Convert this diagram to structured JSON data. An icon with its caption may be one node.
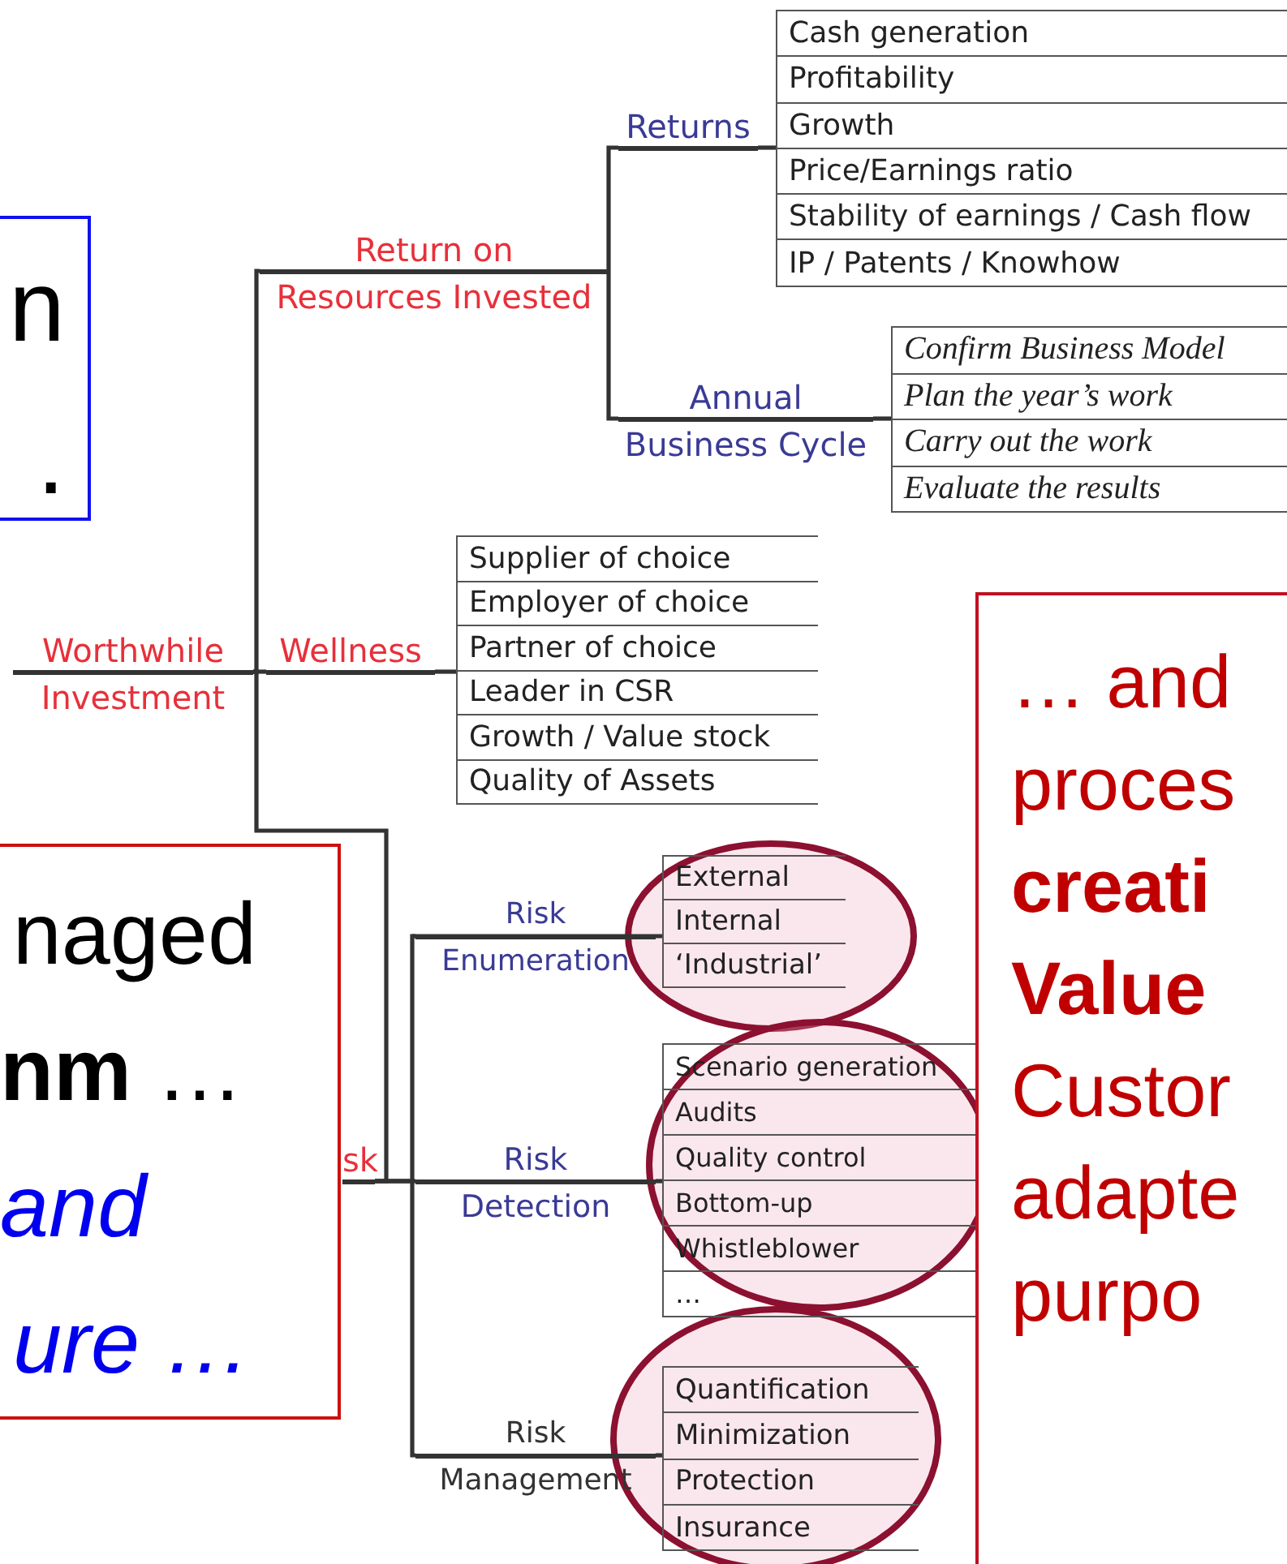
{
  "diagram": {
    "nodes": [
      {
        "text": [
          "n ."
        ]
      },
      {
        "text": [
          "Worthwhile",
          "Investment"
        ]
      },
      {
        "text": [
          "Return on",
          "Resources Invested"
        ]
      },
      {
        "text": [
          "Returns"
        ]
      },
      {
        "text": [
          "Cash generation",
          "Profitability",
          "Growth",
          "Price/Earnings ratio",
          "Stability of earnings / Cash flow",
          "IP / Patents / Knowhow"
        ]
      },
      {
        "text": [
          "Annual",
          "Business Cycle"
        ]
      },
      {
        "text": [
          "Confirm Business Model",
          "Plan the year’s work",
          "Carry out the work",
          "Evaluate the results"
        ]
      },
      {
        "text": [
          "Wellness"
        ]
      },
      {
        "text": [
          "Supplier of choice",
          "Employer of choice",
          "Partner of choice",
          "Leader in CSR",
          "Growth / Value stock",
          "Quality of Assets"
        ]
      },
      {
        "text": [
          "naged",
          "**nm** …",
          "and",
          "ure …"
        ]
      },
      {
        "text": [
          "sk"
        ]
      },
      {
        "text": [
          "Risk",
          "Enumeration"
        ]
      },
      {
        "text": [
          "External",
          "Internal",
          "‘Industrial’"
        ]
      },
      {
        "text": [
          "Risk",
          "Detection"
        ]
      },
      {
        "text": [
          "Scenario generation",
          "Audits",
          "Quality control",
          "Bottom-up",
          "Whistleblower",
          "…"
        ]
      },
      {
        "text": [
          "Risk",
          "Management"
        ]
      },
      {
        "text": [
          "Quantification",
          "Minimization",
          "Protection",
          "Insurance"
        ]
      },
      {
        "text": [
          "… and",
          "proces",
          "creati",
          "Value",
          "Custor",
          "adapte",
          "purpo"
        ]
      }
    ],
    "edges": [
      {
        "from": 1,
        "to": 2,
        "arrow": "none"
      },
      {
        "from": 1,
        "to": 7,
        "arrow": "none"
      },
      {
        "from": 1,
        "to": 10,
        "arrow": "none"
      },
      {
        "from": 2,
        "to": 3,
        "arrow": "none"
      },
      {
        "from": 2,
        "to": 5,
        "arrow": "none"
      },
      {
        "from": 3,
        "to": 4,
        "arrow": "none"
      },
      {
        "from": 5,
        "to": 6,
        "arrow": "none"
      },
      {
        "from": 7,
        "to": 8,
        "arrow": "none"
      },
      {
        "from": 10,
        "to": 11,
        "arrow": "none"
      },
      {
        "from": 10,
        "to": 13,
        "arrow": "none"
      },
      {
        "from": 10,
        "to": 15,
        "arrow": "none"
      },
      {
        "from": 11,
        "to": 12,
        "arrow": "none"
      },
      {
        "from": 13,
        "to": 14,
        "arrow": "none"
      },
      {
        "from": 15,
        "to": 16,
        "arrow": "none"
      }
    ]
  }
}
